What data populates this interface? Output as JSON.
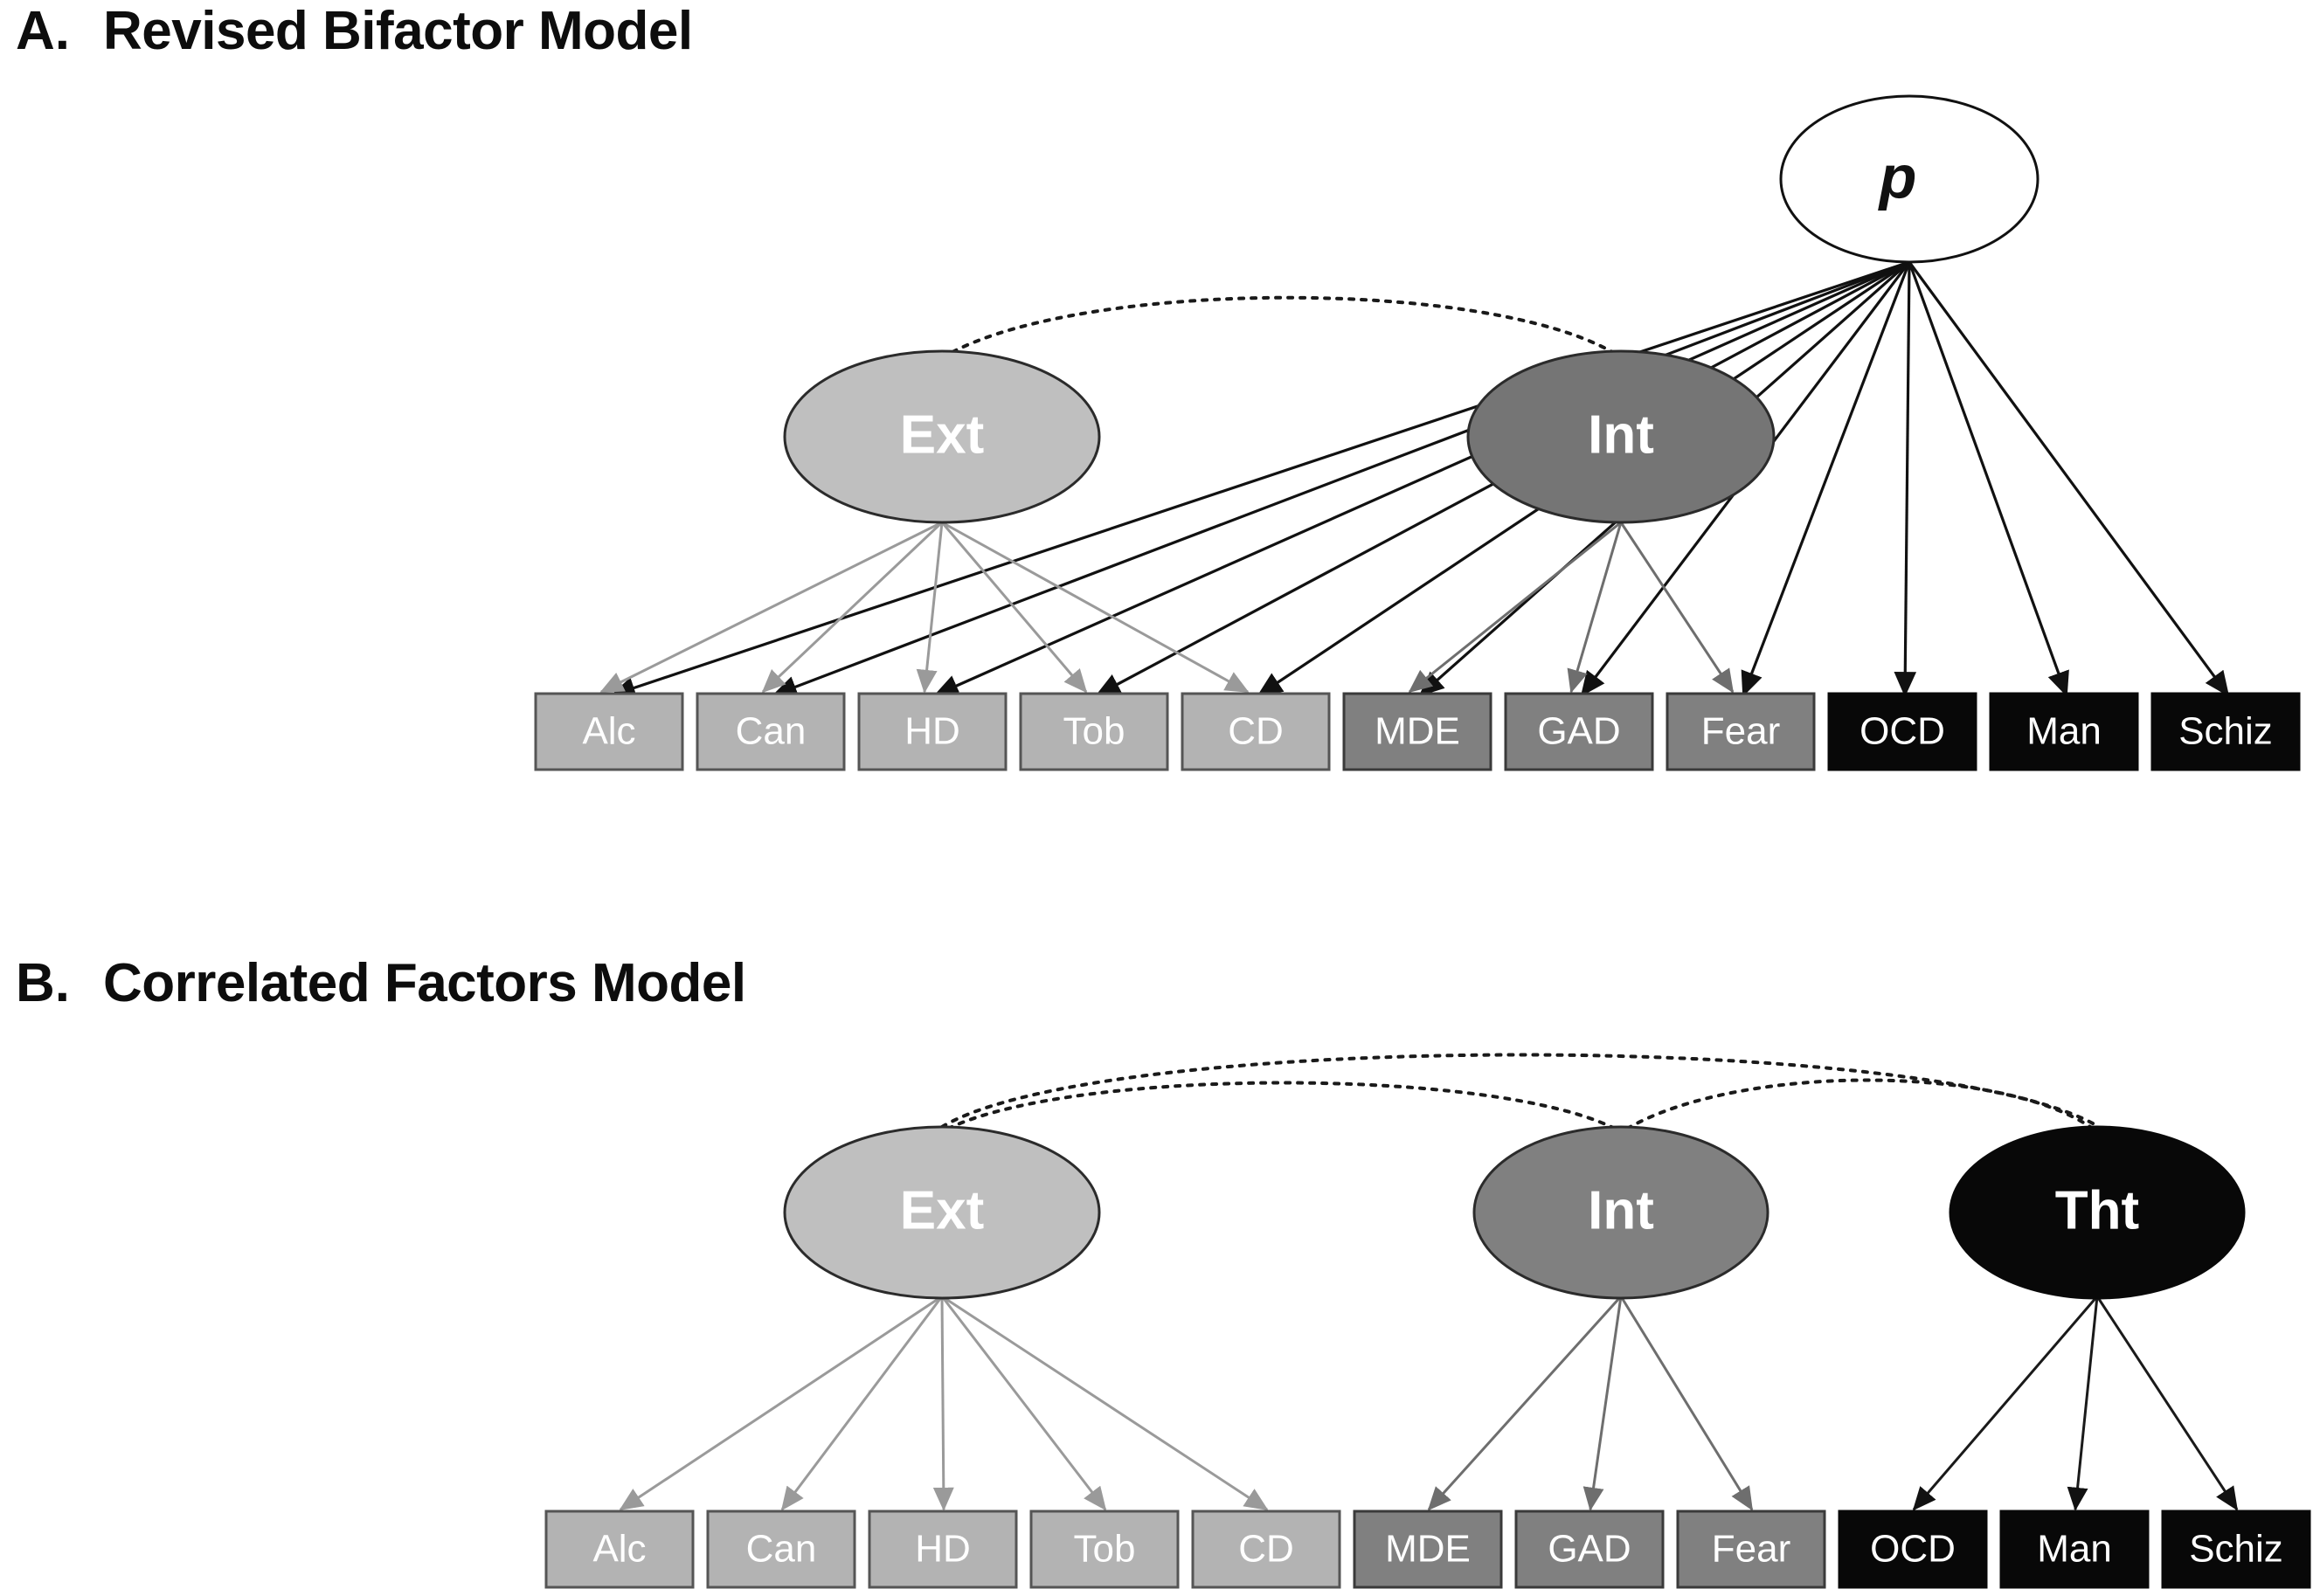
{
  "figure": {
    "panels": [
      {
        "id": "A",
        "letter": "A.",
        "title": "Revised Bifactor Model",
        "general_factor": {
          "label": "p",
          "fill": "#ffffff",
          "stroke": "#111111"
        },
        "factors": [
          {
            "id": "ext",
            "label": "Ext",
            "fill": "#bfbfbf",
            "arrow_color": "#9a9a9a"
          },
          {
            "id": "int",
            "label": "Int",
            "fill": "#757575",
            "arrow_color": "#6e6e6e"
          }
        ],
        "indicators": [
          {
            "label": "Alc",
            "fill": "#b3b3b3",
            "group": "ext"
          },
          {
            "label": "Can",
            "fill": "#b3b3b3",
            "group": "ext"
          },
          {
            "label": "HD",
            "fill": "#b3b3b3",
            "group": "ext"
          },
          {
            "label": "Tob",
            "fill": "#b3b3b3",
            "group": "ext"
          },
          {
            "label": "CD",
            "fill": "#b3b3b3",
            "group": "ext"
          },
          {
            "label": "MDE",
            "fill": "#808080",
            "group": "int"
          },
          {
            "label": "GAD",
            "fill": "#808080",
            "group": "int"
          },
          {
            "label": "Fear",
            "fill": "#808080",
            "group": "int"
          },
          {
            "label": "OCD",
            "fill": "#080808",
            "group": "tht"
          },
          {
            "label": "Man",
            "fill": "#080808",
            "group": "tht"
          },
          {
            "label": "Schiz",
            "fill": "#080808",
            "group": "tht"
          }
        ],
        "correlations": [
          {
            "from": "ext",
            "to": "int",
            "style": "dotted"
          }
        ],
        "general_paths": [
          "Alc",
          "Can",
          "HD",
          "Tob",
          "CD",
          "MDE",
          "GAD",
          "Fear",
          "OCD",
          "Man",
          "Schiz"
        ]
      },
      {
        "id": "B",
        "letter": "B.",
        "title": "Correlated Factors Model",
        "factors": [
          {
            "id": "ext",
            "label": "Ext",
            "fill": "#bfbfbf",
            "arrow_color": "#9a9a9a"
          },
          {
            "id": "int",
            "label": "Int",
            "fill": "#808080",
            "arrow_color": "#6e6e6e"
          },
          {
            "id": "tht",
            "label": "Tht",
            "fill": "#080808",
            "arrow_color": "#1a1a1a"
          }
        ],
        "indicators": [
          {
            "label": "Alc",
            "fill": "#b3b3b3",
            "group": "ext"
          },
          {
            "label": "Can",
            "fill": "#b3b3b3",
            "group": "ext"
          },
          {
            "label": "HD",
            "fill": "#b3b3b3",
            "group": "ext"
          },
          {
            "label": "Tob",
            "fill": "#b3b3b3",
            "group": "ext"
          },
          {
            "label": "CD",
            "fill": "#b3b3b3",
            "group": "ext"
          },
          {
            "label": "MDE",
            "fill": "#808080",
            "group": "int"
          },
          {
            "label": "GAD",
            "fill": "#808080",
            "group": "int"
          },
          {
            "label": "Fear",
            "fill": "#808080",
            "group": "int"
          },
          {
            "label": "OCD",
            "fill": "#080808",
            "group": "tht"
          },
          {
            "label": "Man",
            "fill": "#080808",
            "group": "tht"
          },
          {
            "label": "Schiz",
            "fill": "#080808",
            "group": "tht"
          }
        ],
        "correlations": [
          {
            "from": "ext",
            "to": "int",
            "style": "dotted"
          },
          {
            "from": "int",
            "to": "tht",
            "style": "dotted"
          },
          {
            "from": "ext",
            "to": "tht",
            "style": "dotted"
          }
        ]
      }
    ],
    "colors": {
      "background": "#ffffff",
      "text_dark": "#0d0d0d",
      "indicator_text": "#ffffff",
      "ext_gray": "#b3b3b3",
      "int_gray": "#808080",
      "tht_black": "#080808"
    }
  }
}
